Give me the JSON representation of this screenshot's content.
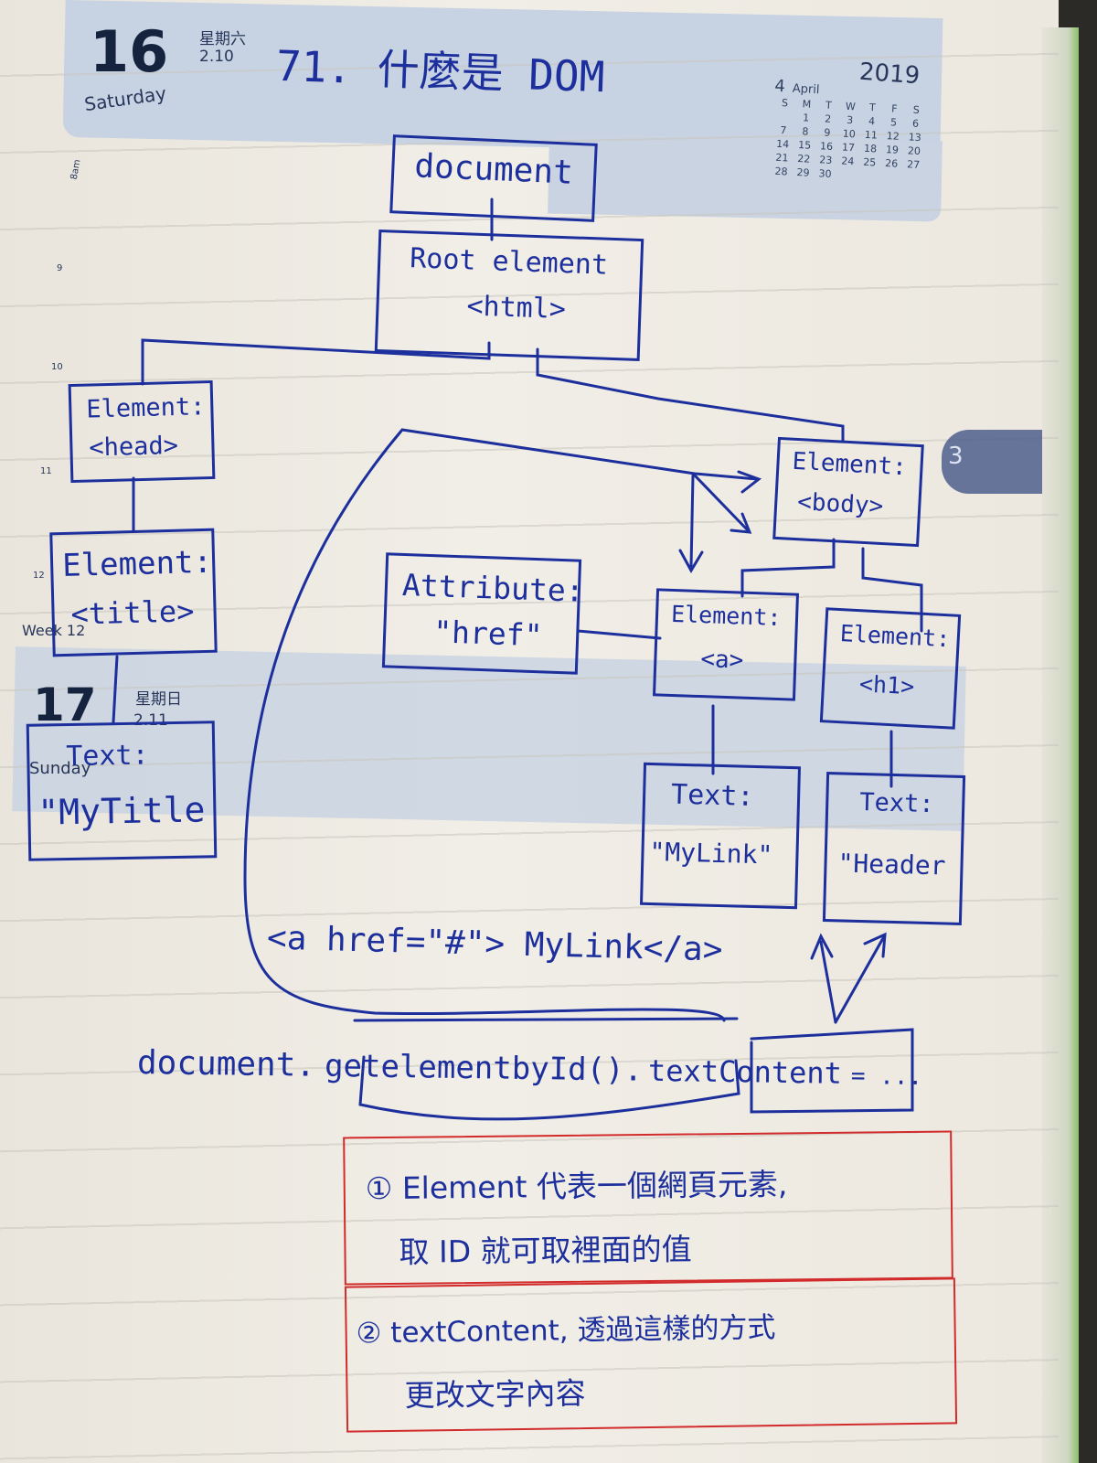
{
  "planner": {
    "sat_day": "16",
    "sat_weekday_zh": "星期六",
    "sat_lunar": "2.10",
    "sat_weekday_en": "Saturday",
    "year": "2019",
    "sun_day": "17",
    "sun_weekday_zh": "星期日",
    "sun_lunar": "2.11",
    "sun_weekday_en": "Sunday",
    "week_label": "Week 12",
    "side_tab": "3",
    "time_marks": [
      "8am",
      "9",
      "10",
      "11",
      "12"
    ]
  },
  "calendar": {
    "month_num": "4",
    "month_name": "April",
    "weekdays": [
      "S",
      "M",
      "T",
      "W",
      "T",
      "F",
      "S"
    ],
    "rows": [
      [
        "",
        "1",
        "2",
        "3",
        "4",
        "5",
        "6"
      ],
      [
        "7",
        "8",
        "9",
        "10",
        "11",
        "12",
        "13"
      ],
      [
        "14",
        "15",
        "16",
        "17",
        "18",
        "19",
        "20"
      ],
      [
        "21",
        "22",
        "23",
        "24",
        "25",
        "26",
        "27"
      ],
      [
        "28",
        "29",
        "30",
        "",
        "",
        "",
        ""
      ]
    ]
  },
  "notes": {
    "title": "71. 什麼是 DOM",
    "nodes": {
      "document": "document",
      "root_1": "Root element",
      "root_2": "<html>",
      "head_1": "Element:",
      "head_2": "<head>",
      "title_1": "Element:",
      "title_2": "<title>",
      "text_title_1": "Text:",
      "text_title_2": "\"MyTitle",
      "attr_1": "Attribute:",
      "attr_2": "\"href\"",
      "body_1": "Element:",
      "body_2": "<body>",
      "a_1": "Element:",
      "a_2": "<a>",
      "h1_1": "Element:",
      "h1_2": "<h1>",
      "text_link_1": "Text:",
      "text_link_2": "\"MyLink\"",
      "text_header_1": "Text:",
      "text_header_2": "\"Header"
    },
    "code_line": "<a  href=\"#\"> MyLink</a>",
    "js_part1": "document.",
    "js_part2": "getelementbyId()",
    "js_part3": ".",
    "js_part4": "textContent",
    "js_part5": "= ...",
    "point1_line1": "① Element 代表一個網頁元素,",
    "point1_line2": "取 ID 就可取裡面的值",
    "point2_line1": "② textContent, 透過這樣的方式",
    "point2_line2": "更改文字內容"
  }
}
